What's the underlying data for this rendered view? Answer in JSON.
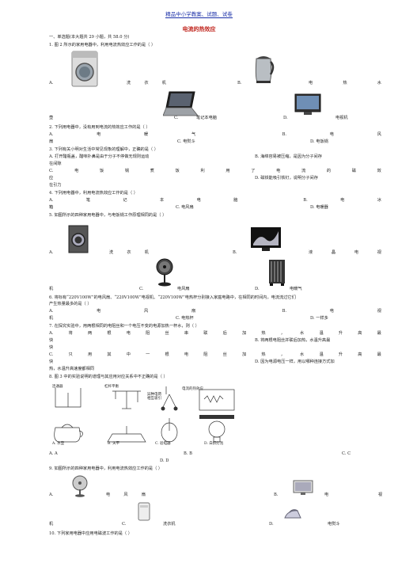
{
  "header": "精品中小学教案、试题、试卷",
  "title": "电流的热效应",
  "section": "一、单选题(本大题共 29 小题，共 58.0 分)",
  "q1": {
    "stem": "1.      图 2 所示的家用电器中，利用电流热效应工作的是（      ）",
    "a": "A.",
    "a_label": [
      "洗",
      "衣",
      "机"
    ],
    "b": "B.",
    "b_label": [
      "电",
      "热",
      "水"
    ],
    "b_cont": "壶",
    "c": "C.",
    "c_label": "笔记本电脑",
    "d": "D.",
    "d_label": "电视机"
  },
  "q2": {
    "stem": "2.      下列用电器中，没有用到电流的热效应工作的是（      ）",
    "row1": [
      "A.",
      "电",
      "暖",
      "气",
      "",
      "B.",
      "电",
      "风"
    ],
    "row1_cont": "扇",
    "c": "C.  电熨斗",
    "d": "D.  电饭锅"
  },
  "q3": {
    "stem": "3.      下列有关小明对生活中常见现象的理解中，正确的是（      ）",
    "a": "A.   打开醋瓶盖，醋味扑鼻是由于分子不停做无规则运动",
    "b": "B.   海绵容易被压缩，是因为分子间存",
    "b_cont": "在间隙",
    "c_row": [
      "C.",
      "电",
      "饭",
      "锅",
      "煮",
      "饭",
      "利",
      "用",
      "了",
      "电",
      "流",
      "的",
      "磁",
      "效"
    ],
    "c_cont": "应",
    "d": "D.   磁铁能吸引铁钉，说明分子间存",
    "d_cont": "在引力"
  },
  "q4": {
    "stem": "4.      下列用电器中，利用电流热效应工作的是（      ）",
    "row1": [
      "A.",
      "笔",
      "记",
      "本",
      "电",
      "脑",
      "",
      "B.",
      "电",
      "冰"
    ],
    "row1_cont": "箱",
    "c": "C.  电风扇",
    "d": "D.  电暖器"
  },
  "q5": {
    "stem": "5.      如图所示的四种家用电器中，与电饭锅工作原理相同的是（      ）",
    "a": "A.",
    "a_label": [
      "洗",
      "衣",
      "机"
    ],
    "b": "B.",
    "b_label": [
      "液",
      "晶",
      "电",
      "视"
    ],
    "b_cont": "机",
    "c": "C.",
    "c_label": "电风扇",
    "d": "D.",
    "d_label": "电暖气"
  },
  "q6": {
    "stem": "6.      将标有“220V100W”的电风扇、“220V100W”电视机、“220V100W”电热杯分别接入家庭电路中，在相同的时间内，电流流过它们",
    "stem_cont": "产生热量最多的是（      ）",
    "row1": [
      "A.",
      "电",
      "风",
      "扇",
      "",
      "B.",
      "电",
      "视"
    ],
    "row1_cont": "机",
    "c": "C.  电热杯",
    "d": "D.  一样多"
  },
  "q7": {
    "stem": "7.      在探究实验中，用两根相同的电阻丝和一个电压不变的电源加热一杯水，则（      ）",
    "a_row": [
      "A.",
      "将",
      "两",
      "根",
      "电",
      "阻",
      "丝",
      "串",
      "联",
      "后",
      "加",
      "热",
      "，",
      "水",
      "温",
      "升",
      "高",
      "最"
    ],
    "a_cont": "快",
    "b": "B.   将两根电阻丝并联后加热，水温升高最",
    "b_cont": "快",
    "c_row": [
      "C.",
      "只",
      "用",
      "其",
      "中",
      "一",
      "根",
      "电",
      "阻",
      "丝",
      "加",
      "热",
      "，",
      "水",
      "温",
      "升",
      "高",
      "最"
    ],
    "c_cont": "快",
    "d": "D.   因为电源电压一样，用以哪种连接方式加",
    "d_cont": "热，水温升高速度都相同"
  },
  "q8": {
    "stem": "8.      图 3 中的实验说明的道理与其应用对应关系中不正确的是（      ）",
    "fig_labels": [
      "连通器",
      "杠杆平衡",
      "",
      "电流的热效应",
      "A. 水壶",
      "B. 天平",
      "C. 验电器",
      "D. 白炽灯泡",
      "异种电荷相互吸引"
    ],
    "ans_row": [
      "A.  A",
      "B.  B",
      "C.  C"
    ],
    "ans_d": "D.  D"
  },
  "q9": {
    "stem": "9.      如图所示的四种家用电器中，利用电流热效应工作的是（      ）",
    "a": "A.",
    "a_label": [
      "电",
      "风",
      "扇"
    ],
    "b": "B.",
    "b_label": "电",
    "b_label2": "视",
    "b_cont": "机",
    "c": "C.",
    "c_label": "洗衣机",
    "d": "D.",
    "d_label": "电熨斗"
  },
  "q10": {
    "stem": "10.      下列家用电器中应用电磁波工作的是（      ）"
  }
}
